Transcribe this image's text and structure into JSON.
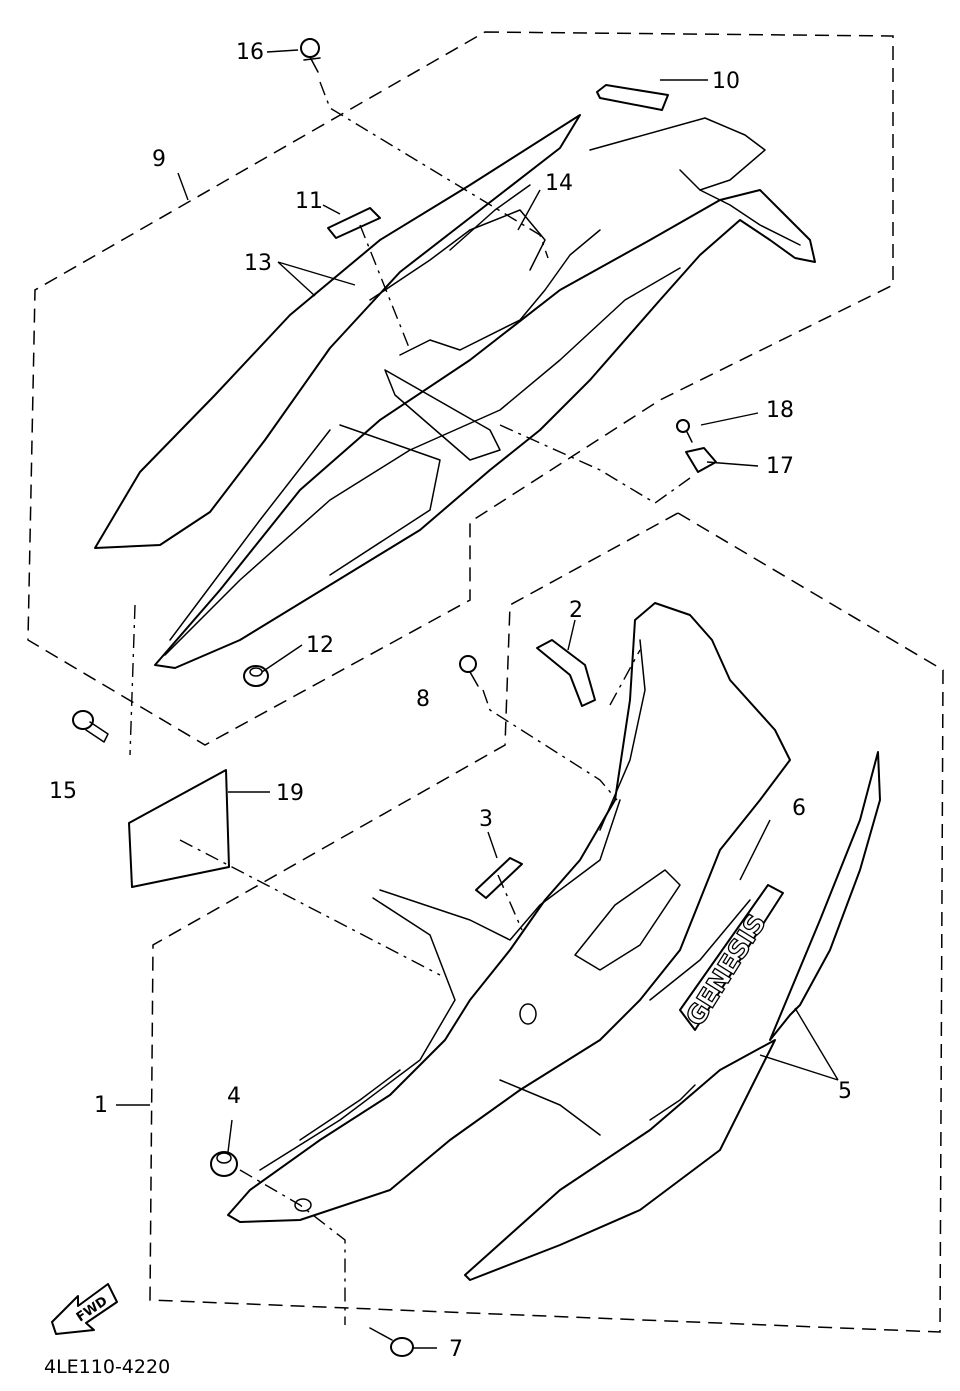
{
  "diagram": {
    "callouts": {
      "c1": "1",
      "c2": "2",
      "c3": "3",
      "c4": "4",
      "c5": "5",
      "c6": "6",
      "c7": "7",
      "c8": "8",
      "c9": "9",
      "c10": "10",
      "c11": "11",
      "c12": "12",
      "c13": "13",
      "c14": "14",
      "c15": "15",
      "c16": "16",
      "c17": "17",
      "c18": "18",
      "c19": "19"
    },
    "emblem_text": "GENESIS",
    "direction_badge": "FWD",
    "drawing_code": "4LE110-4220"
  }
}
